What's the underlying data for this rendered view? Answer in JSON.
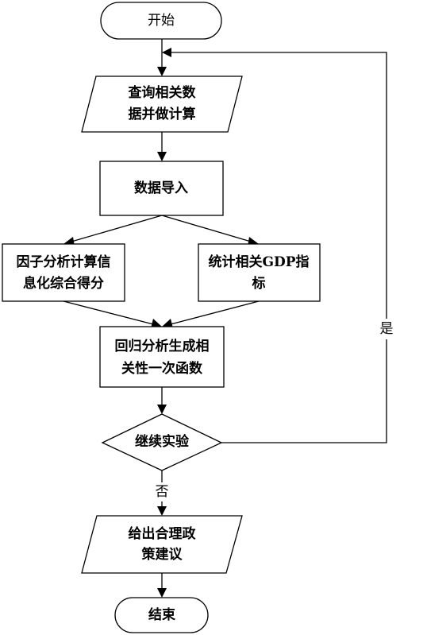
{
  "diagram": {
    "nodes": {
      "start": "开始",
      "query_line1": "查询相关数",
      "query_line2": "据并做计算",
      "import": "数据导入",
      "factor_line1": "因子分析计算信",
      "factor_line2": "息化综合得分",
      "gdp_line1": "统计相关GDP指",
      "gdp_line2": "标",
      "regression_line1": "回归分析生成相",
      "regression_line2": "关性一次函数",
      "decision": "继续实验",
      "advice_line1": "给出合理政",
      "advice_line2": "策建议",
      "end": "结束"
    },
    "edges": {
      "yes_label": "是",
      "no_label": "否"
    }
  }
}
